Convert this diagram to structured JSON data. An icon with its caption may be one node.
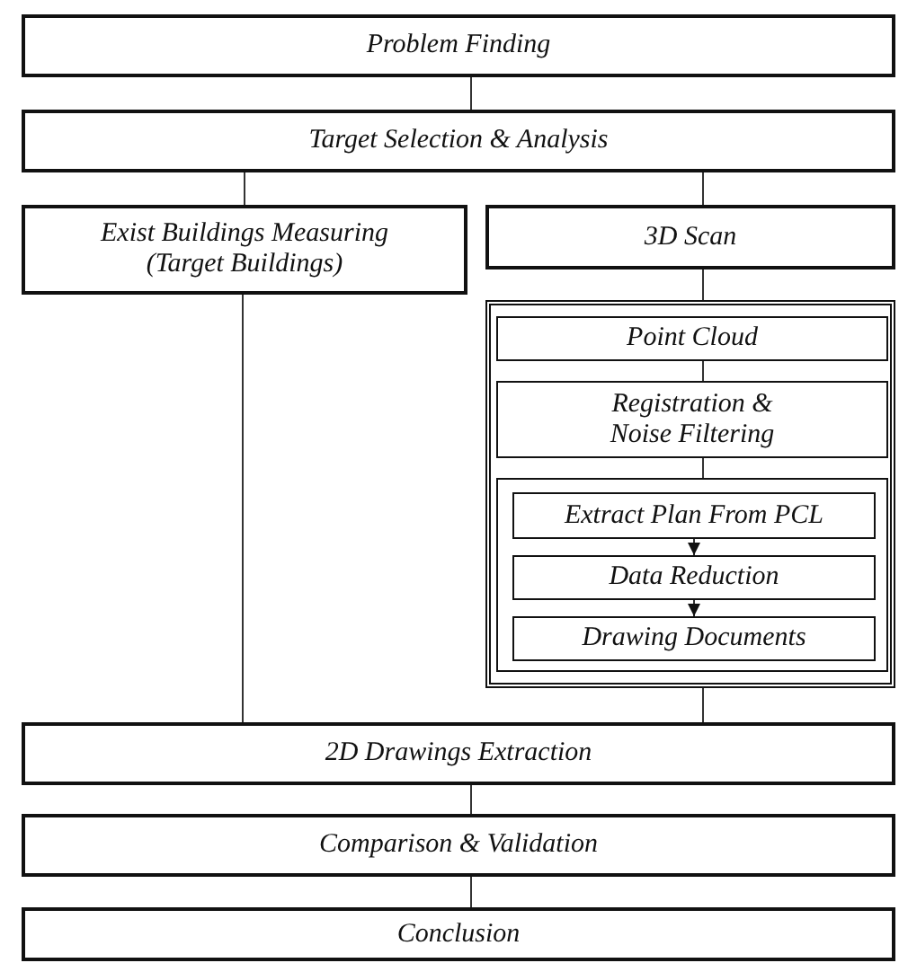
{
  "diagram": {
    "nodes": [
      {
        "text": [
          "Problem Finding"
        ]
      },
      {
        "text": [
          "Target Selection & Analysis"
        ]
      },
      {
        "text": [
          "Exist Buildings Measuring (Target Buildings)"
        ]
      },
      {
        "text": [
          "3D Scan"
        ]
      },
      {
        "text": [],
        "shape": "box"
      },
      {
        "text": [
          "Point Cloud"
        ],
        "in": 4
      },
      {
        "text": [
          "Registration & Noise Filtering"
        ],
        "in": 4
      },
      {
        "text": [],
        "shape": "box",
        "in": 4
      },
      {
        "text": [
          "Extract Plan From PCL"
        ],
        "in": 7
      },
      {
        "text": [
          "Data Reduction"
        ],
        "in": 7
      },
      {
        "text": [
          "Drawing Documents"
        ],
        "in": 7
      },
      {
        "text": [
          "2D Drawings Extraction"
        ]
      },
      {
        "text": [
          "Comparison & Validation"
        ]
      },
      {
        "text": [
          "Conclusion"
        ]
      }
    ],
    "edges": [
      {
        "from": 0,
        "to": 1,
        "arrow": "none"
      },
      {
        "from": 1,
        "to": 2,
        "arrow": "none"
      },
      {
        "from": 1,
        "to": 3,
        "arrow": "none"
      },
      {
        "from": 3,
        "to": 4,
        "arrow": "none"
      },
      {
        "from": 5,
        "to": 6,
        "arrow": "none"
      },
      {
        "from": 6,
        "to": 7,
        "arrow": "none"
      },
      {
        "from": 8,
        "to": 9,
        "arrow": "to"
      },
      {
        "from": 9,
        "to": 10,
        "arrow": "to"
      },
      {
        "from": 2,
        "to": 11,
        "arrow": "none"
      },
      {
        "from": 4,
        "to": 11,
        "arrow": "none"
      },
      {
        "from": 11,
        "to": 12,
        "arrow": "none"
      },
      {
        "from": 12,
        "to": 13,
        "arrow": "none"
      }
    ]
  }
}
